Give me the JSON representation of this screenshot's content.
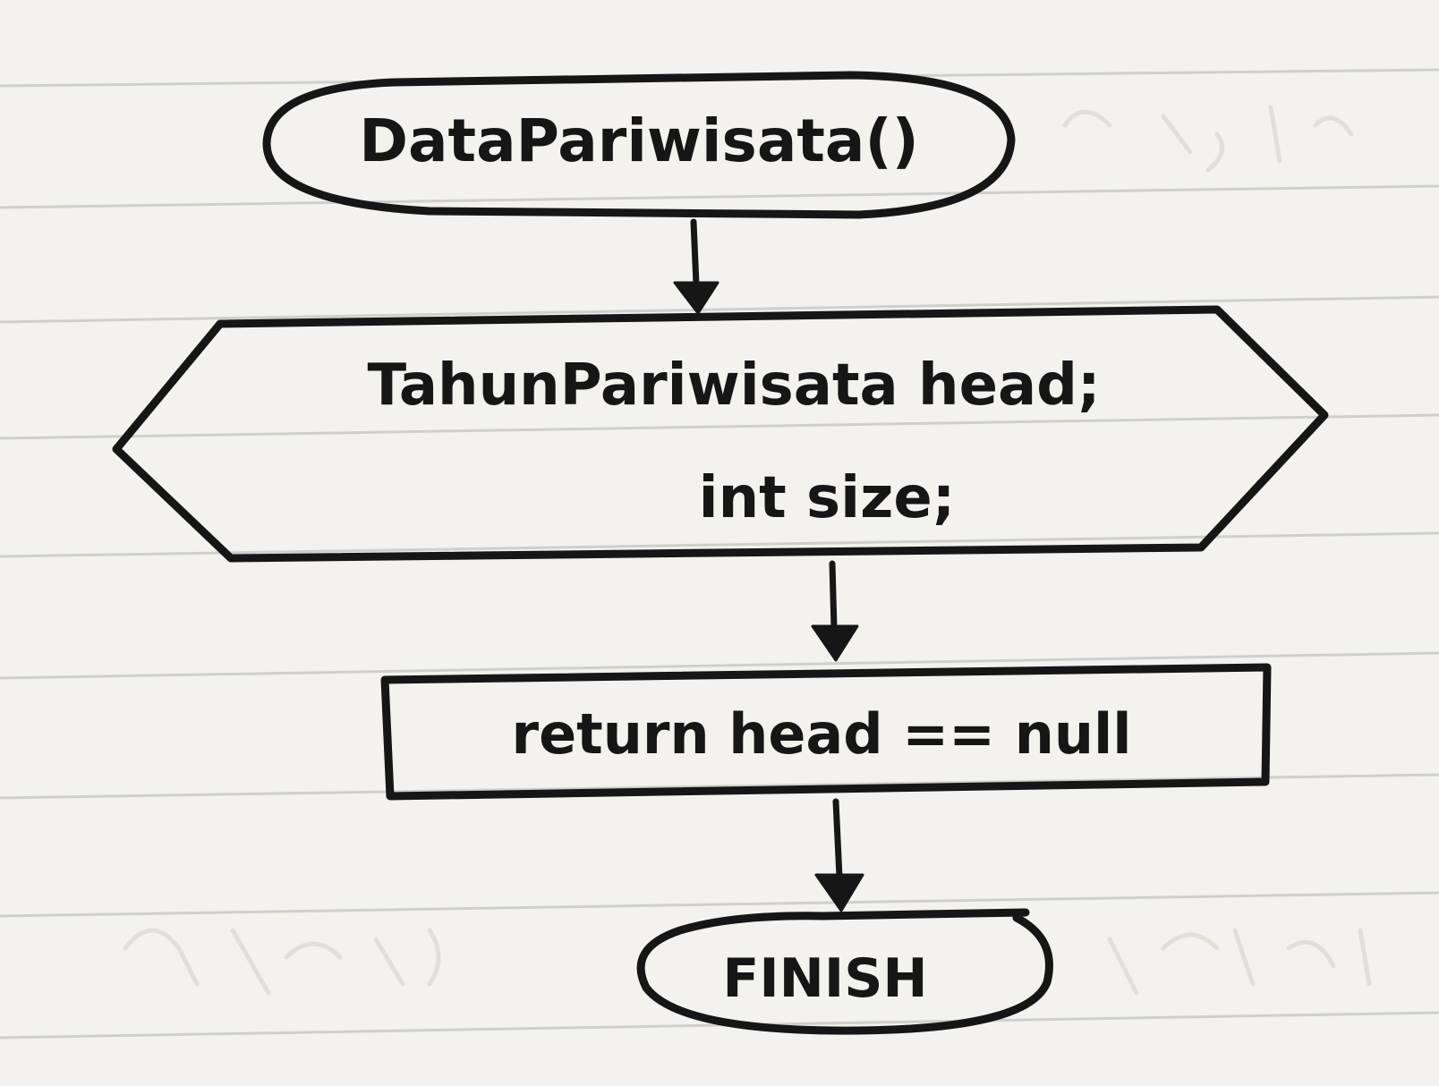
{
  "flowchart": {
    "nodes": [
      {
        "id": "start",
        "shape": "terminator",
        "label": "DataPariwisata()"
      },
      {
        "id": "declare",
        "shape": "preparation",
        "lines": [
          "TahunPariwisata head;",
          "int size;"
        ]
      },
      {
        "id": "process",
        "shape": "process",
        "label": "return head == null"
      },
      {
        "id": "end",
        "shape": "terminator",
        "label": "FINISH"
      }
    ],
    "edges": [
      {
        "from": "start",
        "to": "declare"
      },
      {
        "from": "declare",
        "to": "process"
      },
      {
        "from": "process",
        "to": "end"
      }
    ]
  },
  "colors": {
    "ink": "#161616",
    "paper": "#f3f2ee",
    "rule": "#cfcfcb"
  }
}
